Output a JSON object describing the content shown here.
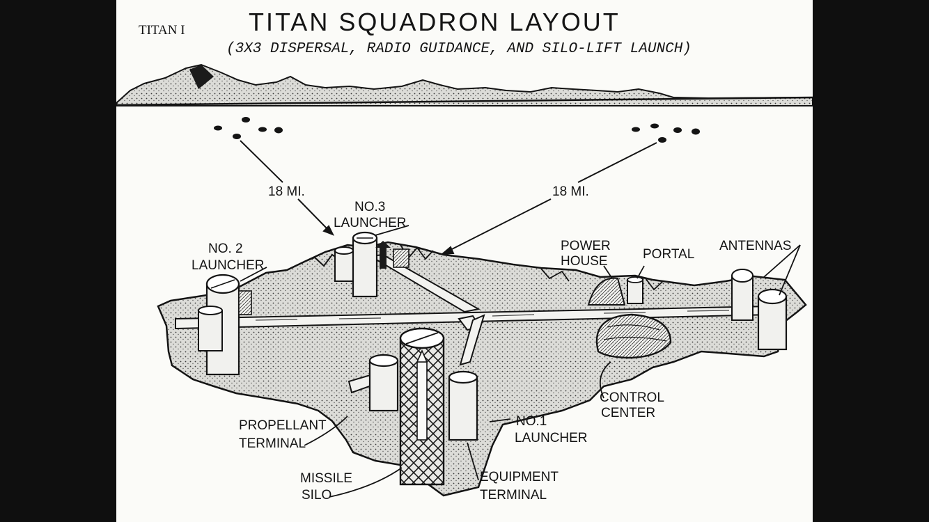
{
  "figure": {
    "tag": "TITAN I",
    "title": "TITAN SQUADRON LAYOUT",
    "subtitle": "(3x3 DISPERSAL, RADIO GUIDANCE, AND SILO-LIFT LAUNCH)"
  },
  "distances": {
    "left": "18 MI.",
    "right": "18 MI."
  },
  "callouts": {
    "no3_line1": "NO.3",
    "no3_line2": "LAUNCHER",
    "no2_line1": "NO. 2",
    "no2_line2": "LAUNCHER",
    "power_line1": "POWER",
    "power_line2": "HOUSE",
    "portal": "PORTAL",
    "antennas": "ANTENNAS",
    "control_line1": "CONTROL",
    "control_line2": "CENTER",
    "propellant_line1": "PROPELLANT",
    "propellant_line2": "TERMINAL",
    "no1_line1": "NO.1",
    "no1_line2": "LAUNCHER",
    "silo_line1": "MISSILE",
    "silo_line2": "SILO",
    "equipment_line1": "EQUIPMENT",
    "equipment_line2": "TERMINAL"
  },
  "colors": {
    "ink": "#141414",
    "paper": "#fbfbf8",
    "border": "#0f0f0f",
    "ground_fill": "#cfcfcc"
  }
}
